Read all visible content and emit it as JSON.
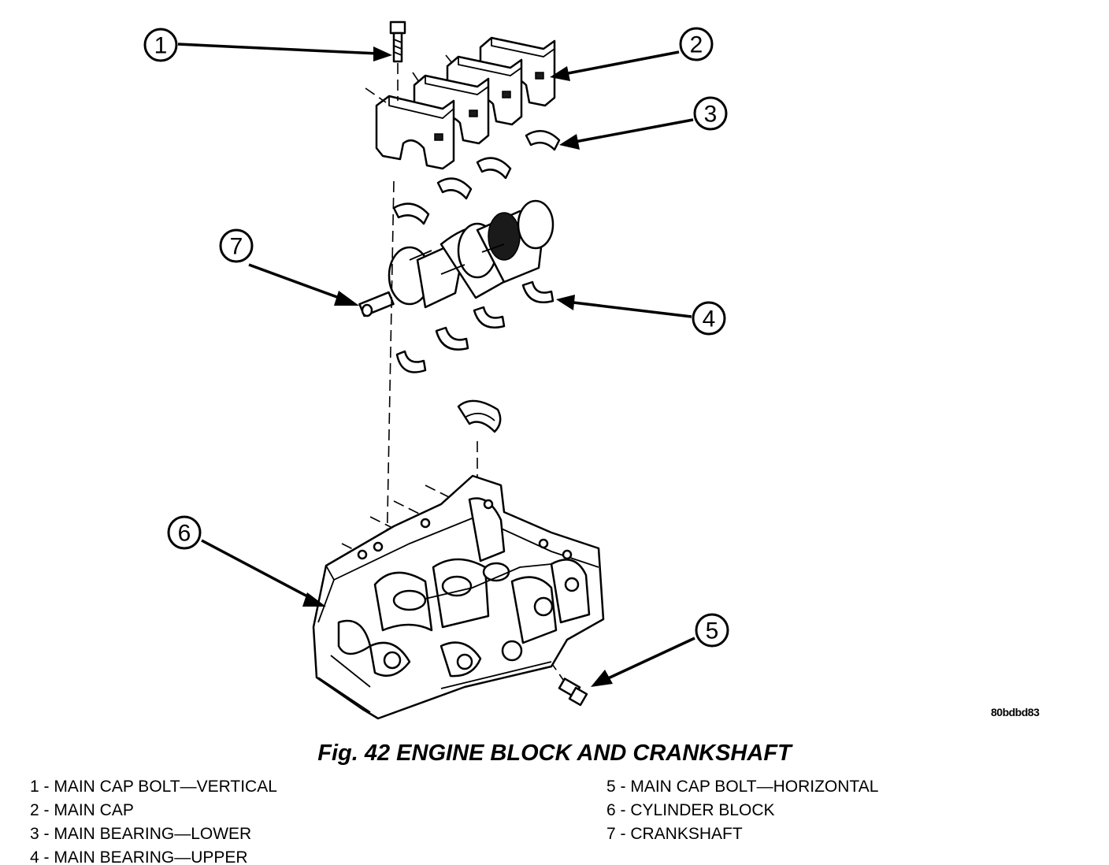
{
  "figure": {
    "title": "Fig. 42 ENGINE BLOCK AND CRANKSHAFT",
    "reference_code": "80bdbd83"
  },
  "callouts": [
    "1",
    "2",
    "3",
    "4",
    "5",
    "6",
    "7"
  ],
  "legend": {
    "left": [
      "1 - MAIN CAP BOLT—VERTICAL",
      "2 - MAIN CAP",
      "3 - MAIN BEARING—LOWER",
      "4 - MAIN BEARING—UPPER"
    ],
    "right": [
      "5 - MAIN CAP BOLT—HORIZONTAL",
      "6 - CYLINDER BLOCK",
      "7 - CRANKSHAFT"
    ]
  }
}
